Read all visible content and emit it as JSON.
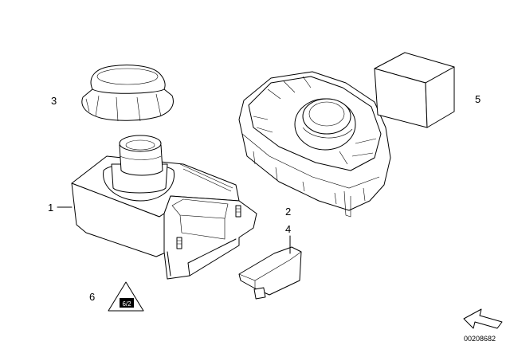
{
  "callouts": {
    "c1": "1",
    "c2": "2",
    "c3": "3",
    "c4": "4",
    "c5": "5",
    "c6": "6"
  },
  "document_number": "00208682",
  "symbol_text": "6/2"
}
